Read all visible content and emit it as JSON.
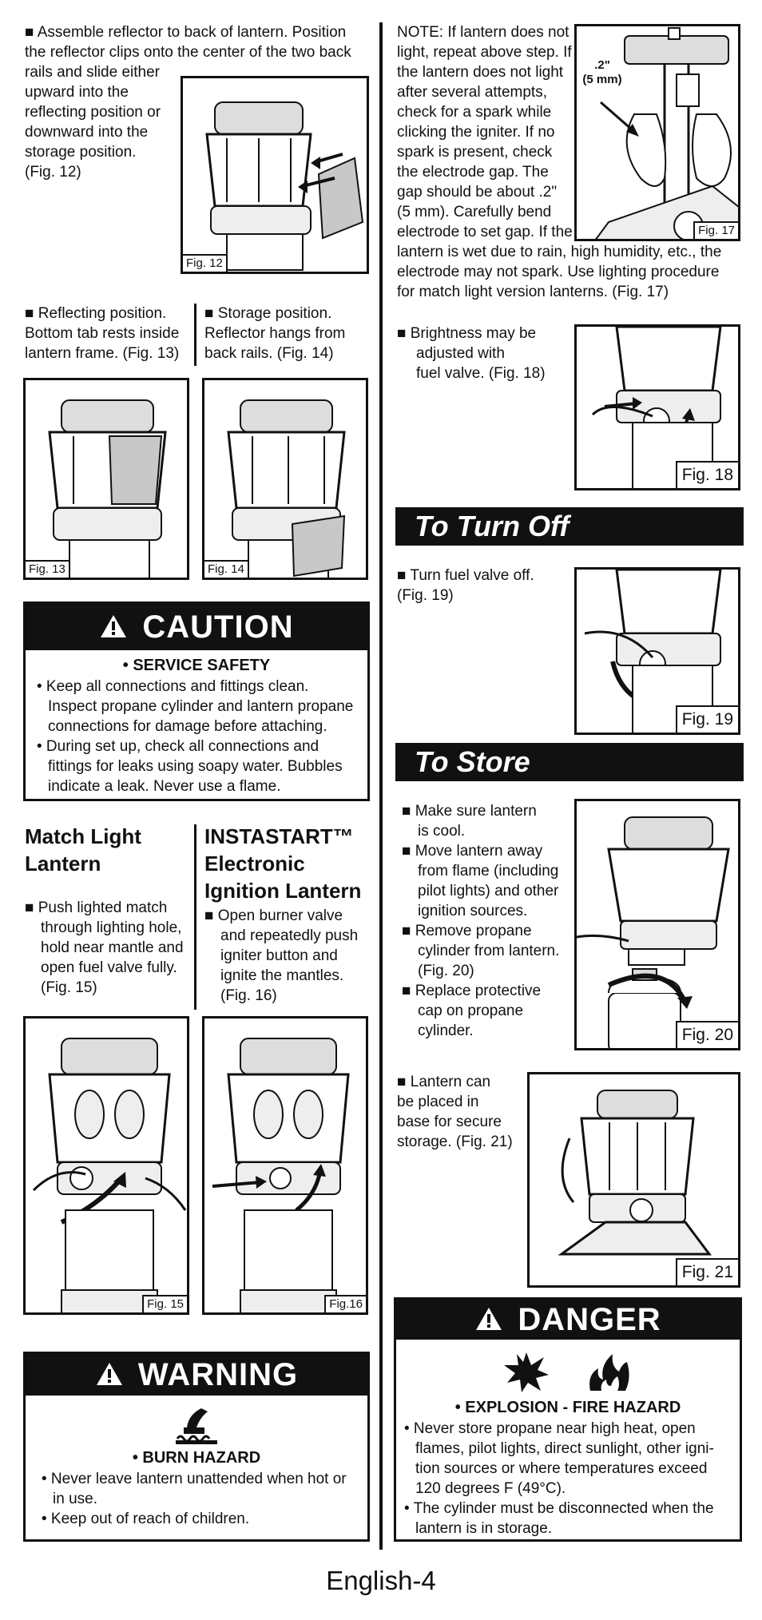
{
  "left": {
    "reflector_text": "■ Assemble reflector to back of lantern.  Position the reflector clips onto the center of the two back rails and slide either upward into the reflecting position or downward into the storage position. (Fig. 12)",
    "reflector_line1": "■ Assemble reflector to back of lantern.  Position",
    "reflector_line2": "the reflector clips onto the center of the two back",
    "reflector_rest": [
      "rails and slide either",
      "upward into the",
      "reflecting position or",
      "downward into the",
      "storage position.",
      "(Fig. 12)"
    ],
    "fig12": "Fig. 12",
    "reflecting_text": [
      "■ Reflecting position.",
      "Bottom tab rests inside",
      "lantern frame. (Fig. 13)"
    ],
    "storage_text": [
      "■ Storage position.",
      "Reflector hangs from",
      "back rails. (Fig. 14)"
    ],
    "fig13": "Fig. 13",
    "fig14": "Fig. 14",
    "caution": {
      "title": "CAUTION",
      "subtitle": "• SERVICE SAFETY",
      "items": [
        "• Keep all connections and fittings clean. Inspect propane cylinder and lantern propane connections for damage before attaching.",
        "• During set up, check all connections and fittings for leaks using soapy water. Bubbles indicate a leak. Never use a flame."
      ]
    },
    "match_heading": [
      "Match Light",
      "Lantern"
    ],
    "match_text": [
      "■ Push lighted match",
      "through lighting hole,",
      "hold near mantle and",
      "open fuel valve fully.",
      "(Fig. 15)"
    ],
    "insta_heading": [
      "INSTASTART™",
      "Electronic",
      "Ignition Lantern"
    ],
    "insta_text": [
      "■ Open burner valve",
      "and repeatedly push",
      "igniter button and",
      "ignite the mantles.",
      "(Fig. 16)"
    ],
    "fig15": "Fig. 15",
    "fig16": "Fig.16",
    "warning": {
      "title": "WARNING",
      "subtitle": "• BURN HAZARD",
      "items": [
        "• Never leave lantern unattended when hot or in use.",
        "• Keep out of reach of children."
      ]
    }
  },
  "right": {
    "note_lines": [
      "NOTE: If lantern does not",
      "light, repeat above step. If",
      "the lantern does not light",
      "after several attempts,",
      "check for a spark while",
      "clicking the igniter. If no",
      "spark is present, check",
      "the electrode gap. The",
      "gap should be about .2\"",
      "(5 mm). Carefully bend",
      "electrode to set gap. If the"
    ],
    "note_tail": [
      "lantern is wet due to rain, high humidity, etc., the",
      "electrode may not spark. Use lighting procedure",
      "for match light version lanterns. (Fig. 17)"
    ],
    "fig17_callout": [
      ".2\"",
      "(5 mm)"
    ],
    "fig17": "Fig. 17",
    "brightness_text": [
      "■ Brightness may be",
      "adjusted with",
      "fuel valve. (Fig. 18)"
    ],
    "fig18": "Fig. 18",
    "turn_off_title": "To Turn Off",
    "turn_off_text": [
      "■ Turn fuel valve off.",
      "(Fig. 19)"
    ],
    "fig19": "Fig. 19",
    "store_title": "To Store",
    "store_items": [
      [
        "■ Make sure lantern",
        "is cool."
      ],
      [
        "■ Move lantern away",
        "from flame (including",
        "pilot lights) and other",
        "ignition sources."
      ],
      [
        "■ Remove propane",
        "cylinder from lantern.",
        "(Fig. 20)"
      ],
      [
        "■ Replace protective",
        "cap on propane",
        "cylinder."
      ]
    ],
    "fig20": "Fig. 20",
    "base_text": [
      "■ Lantern can",
      "be placed in",
      "base for secure",
      "storage. (Fig. 21)"
    ],
    "fig21": "Fig. 21",
    "danger": {
      "title": "DANGER",
      "subtitle": "• EXPLOSION - FIRE HAZARD",
      "items": [
        "• Never store propane near high heat, open flames, pilot lights, direct sunlight, other igni- tion sources or where temperatures exceed 120 degrees F (49°C).",
        "• The cylinder must be disconnected when the lantern is in storage."
      ]
    }
  },
  "footer": "English-4"
}
